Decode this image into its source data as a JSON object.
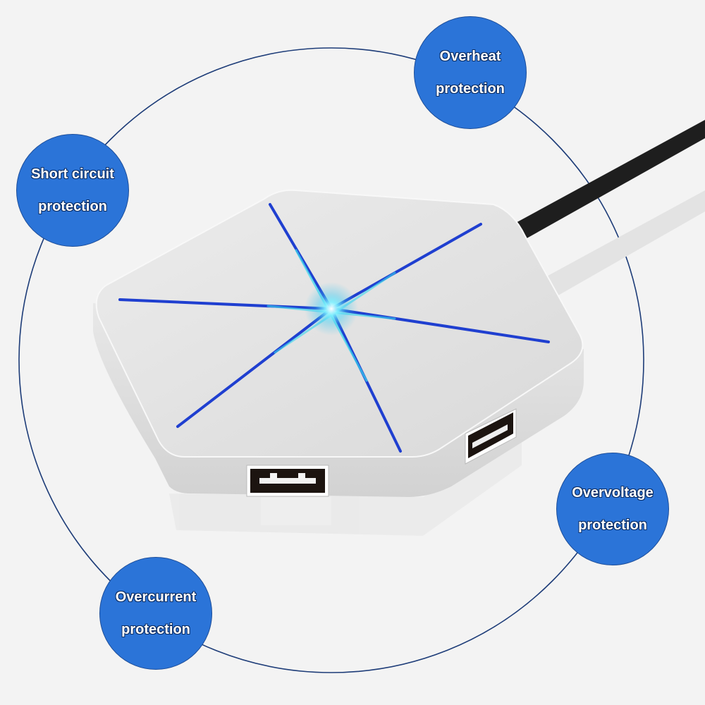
{
  "scene": {
    "background": "#f3f3f3",
    "ring_color": "#1d3c78",
    "badge_color": "#2b74d8",
    "light_color": "#1f3fd0",
    "glow_color": "#40e0f0"
  },
  "features": [
    {
      "id": "overheat",
      "line1": "Overheat",
      "line2": "protection"
    },
    {
      "id": "short-circuit",
      "line1": "Short circuit",
      "line2": "protection"
    },
    {
      "id": "overvoltage",
      "line1": "Overvoltage",
      "line2": "protection"
    },
    {
      "id": "overcurrent",
      "line1": "Overcurrent",
      "line2": "protection"
    }
  ],
  "product": {
    "name": "hexagonal USB hub",
    "ports_visible": 2
  }
}
